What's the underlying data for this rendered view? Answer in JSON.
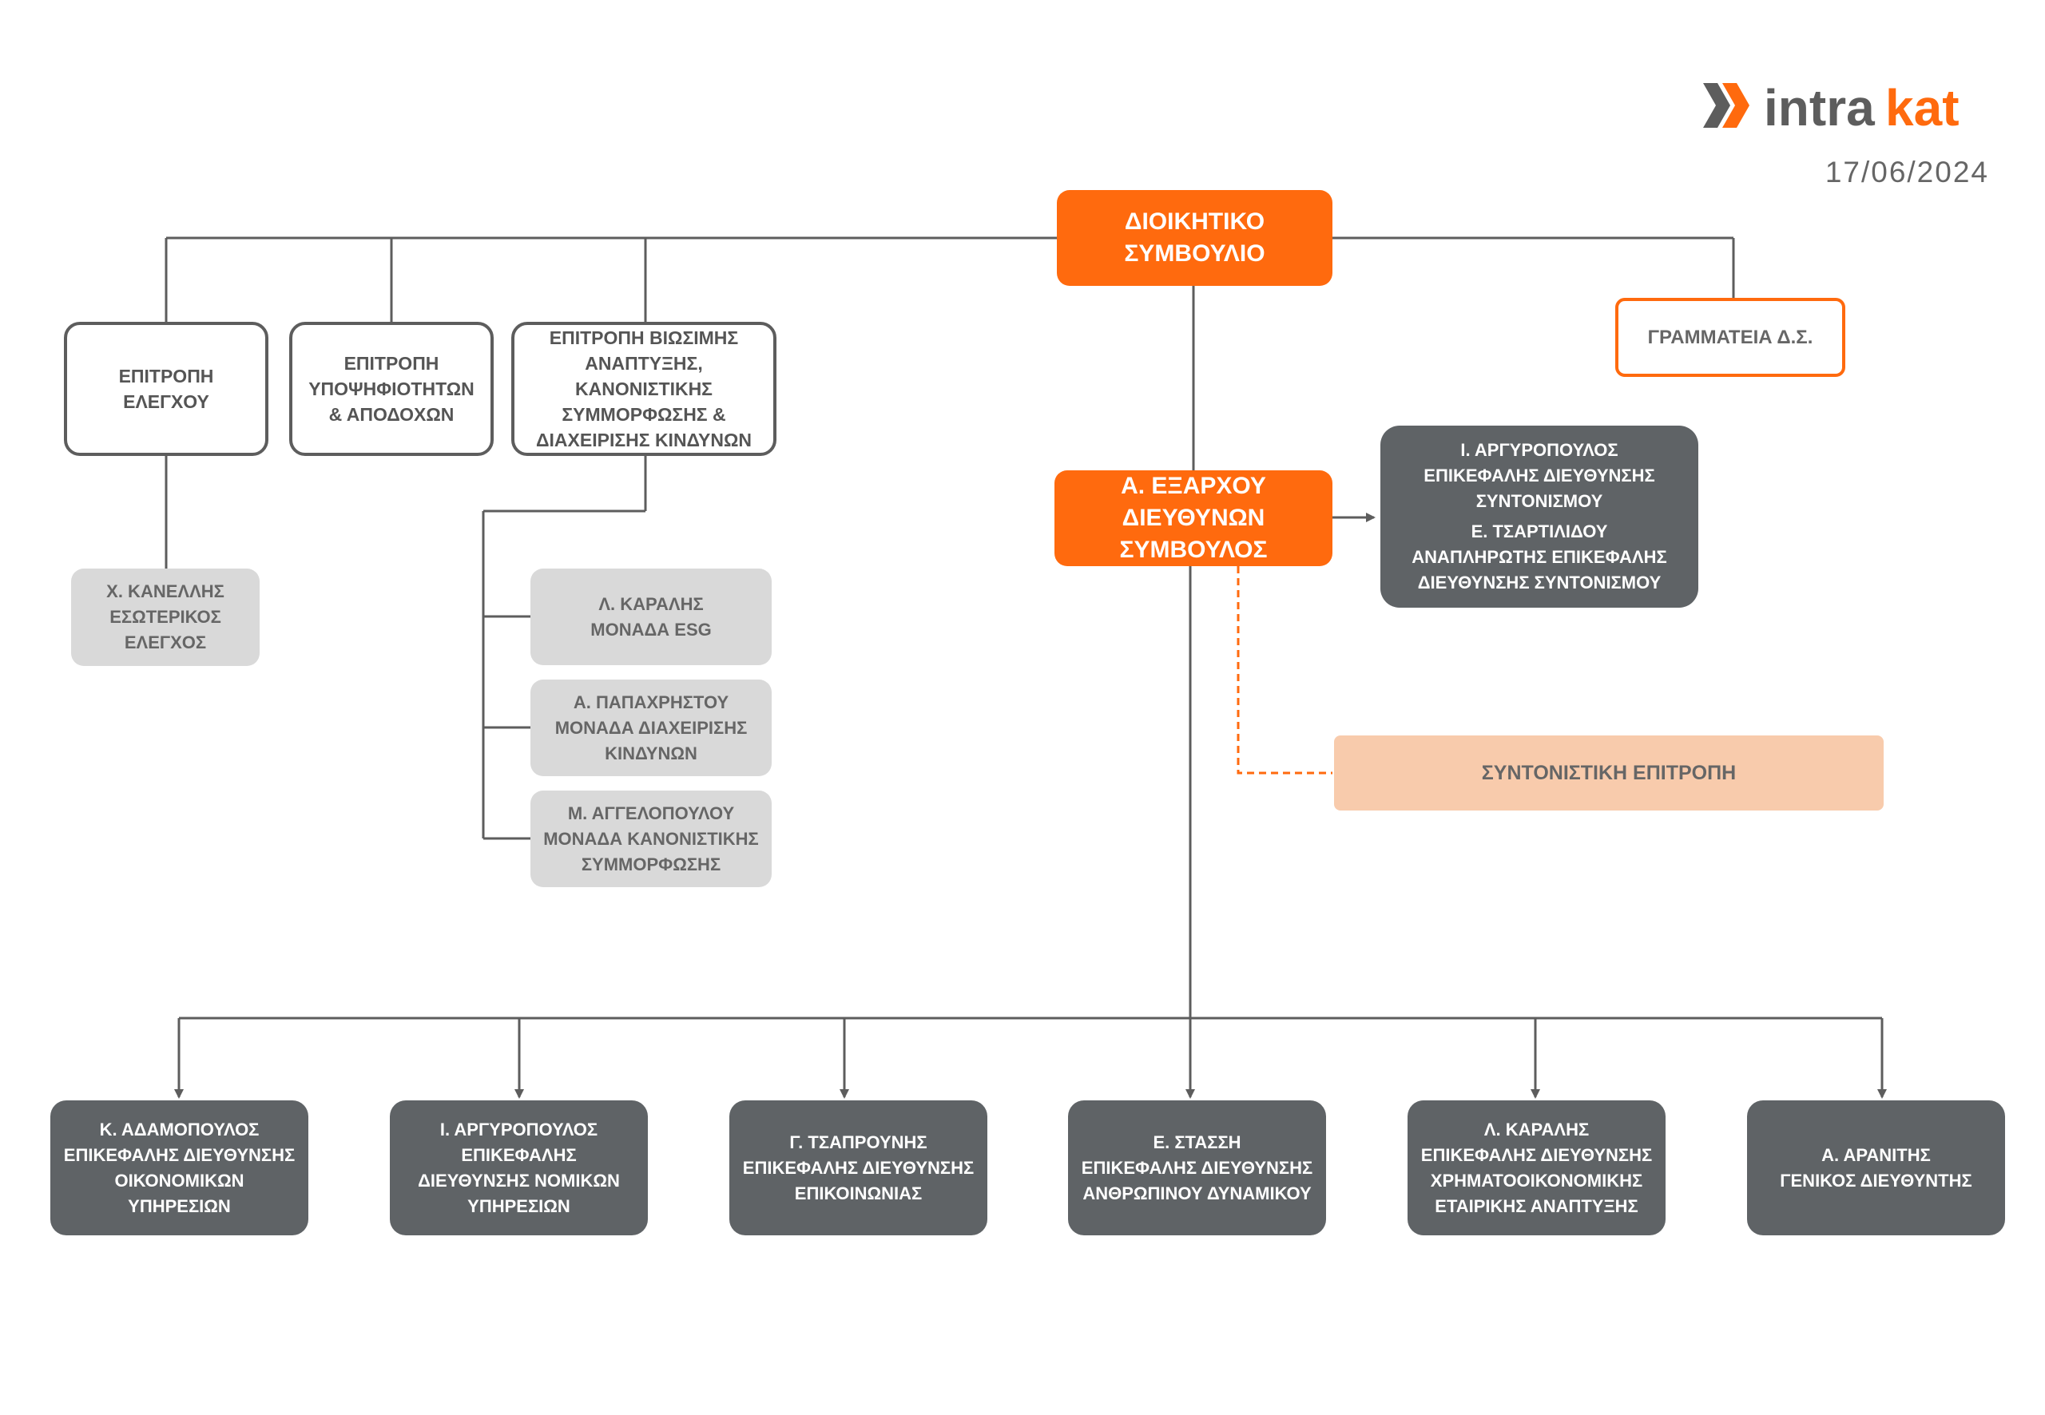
{
  "logo": {
    "text_intra": "intra",
    "text_kat": "kat",
    "brand_color": "#ff6a0e",
    "gray": "#5d5d5d"
  },
  "date": "17/06/2024",
  "board": {
    "line1": "ΔΙΟΙΚΗΤΙΚΟ",
    "line2": "ΣΥΜΒΟΥΛΙΟ"
  },
  "secretariat": "ΓΡΑΜΜΑΤΕΙΑ Δ.Σ.",
  "committees": {
    "audit": [
      "ΕΠΙΤΡΟΠΗ",
      "ΕΛΕΓΧΟΥ"
    ],
    "nominations": [
      "ΕΠΙΤΡΟΠΗ",
      "ΥΠΟΨΗΦΙΟΤΗΤΩΝ",
      "& ΑΠΟΔΟΧΩΝ"
    ],
    "sustainability": [
      "ΕΠΙΤΡΟΠΗ ΒΙΩΣΙΜΗΣ",
      "ΑΝΑΠΤΥΞΗΣ,",
      "ΚΑΝΟΝΙΣΤΙΚΗΣ",
      "ΣΥΜΜΟΡΦΩΣΗΣ &",
      "ΔΙΑΧΕΙΡΙΣΗΣ ΚΙΝΔΥΝΩΝ"
    ]
  },
  "internal_audit": [
    "Χ. ΚΑΝΕΛΛΗΣ",
    "ΕΣΩΤΕΡΙΚΟΣ",
    "ΕΛΕΓΧΟΣ"
  ],
  "units": [
    [
      "Λ. ΚΑΡΑΛΗΣ",
      "ΜΟΝΑΔΑ ESG"
    ],
    [
      "Α. ΠΑΠΑΧΡΗΣΤΟΥ",
      "ΜΟΝΑΔΑ ΔΙΑΧΕΙΡΙΣΗΣ",
      "ΚΙΝΔΥΝΩΝ"
    ],
    [
      "Μ. ΑΓΓΕΛΟΠΟΥΛΟΥ",
      "ΜΟΝΑΔΑ ΚΑΝΟΝΙΣΤΙΚΗΣ",
      "ΣΥΜΜΟΡΦΩΣΗΣ"
    ]
  ],
  "ceo": {
    "line1": "Α. ΕΞΑΡΧΟΥ",
    "line2": "ΔΙΕΥΘΥΝΩΝ ΣΥΜΒΟΥΛΟΣ"
  },
  "coordination": {
    "head": [
      "Ι. ΑΡΓΥΡΟΠΟΥΛΟΣ",
      "ΕΠΙΚΕΦΑΛΗΣ ΔΙΕΥΘΥΝΣΗΣ",
      "ΣΥΝΤΟΝΙΣΜΟΥ"
    ],
    "deputy": [
      "Ε. ΤΣΑΡΤΙΛΙΔΟΥ",
      "ΑΝΑΠΛΗΡΩΤΗΣ ΕΠΙΚΕΦΑΛΗΣ",
      "ΔΙΕΥΘΥΝΣΗΣ ΣΥΝΤΟΝΙΣΜΟΥ"
    ]
  },
  "coordinating_committee": "ΣΥΝΤΟΝΙΣΤΙΚΗ ΕΠΙΤΡΟΠΗ",
  "departments": [
    [
      "Κ. ΑΔΑΜΟΠΟΥΛΟΣ",
      "ΕΠΙΚΕΦΑΛΗΣ ΔΙΕΥΘΥΝΣΗΣ",
      "ΟΙΚΟΝΟΜΙΚΩΝ",
      "ΥΠΗΡΕΣΙΩΝ"
    ],
    [
      "Ι. ΑΡΓΥΡΟΠΟΥΛΟΣ",
      "ΕΠΙΚΕΦΑΛΗΣ",
      "ΔΙΕΥΘΥΝΣΗΣ ΝΟΜΙΚΩΝ",
      "ΥΠΗΡΕΣΙΩΝ"
    ],
    [
      "Γ. ΤΣΑΠΡΟΥΝΗΣ",
      "ΕΠΙΚΕΦΑΛΗΣ ΔΙΕΥΘΥΝΣΗΣ",
      "ΕΠΙΚΟΙΝΩΝΙΑΣ"
    ],
    [
      "Ε. ΣΤΑΣΣΗ",
      "ΕΠΙΚΕΦΑΛΗΣ ΔΙΕΥΘΥΝΣΗΣ",
      "ΑΝΘΡΩΠΙΝΟΥ ΔΥΝΑΜΙΚΟΥ"
    ],
    [
      "Λ. ΚΑΡΑΛΗΣ",
      "ΕΠΙΚΕΦΑΛΗΣ ΔΙΕΥΘΥΝΣΗΣ",
      "ΧΡΗΜΑΤΟΟΙΚΟΝΟΜΙΚΗΣ",
      "ΕΤΑΙΡΙΚΗΣ ΑΝΑΠΤΥΞΗΣ"
    ],
    [
      "Α. ΑΡΑΝΙΤΗΣ",
      "ΓΕΝΙΚΟΣ ΔΙΕΥΘΥΝΤΗΣ"
    ]
  ],
  "colors": {
    "accent": "#ff6a0e",
    "dark_box": "#5f6366",
    "light_box": "#d9d9d9",
    "peach_box": "#f8cbac",
    "line": "#5d5d5d"
  }
}
